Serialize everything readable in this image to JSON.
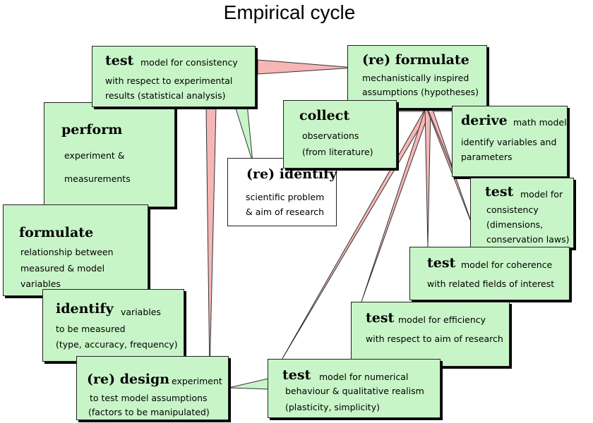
{
  "title": "Empirical cycle",
  "colors": {
    "box_fill": "#c8f5c8",
    "connector_fill": "#f7b6b6",
    "connector_stroke": "#333333",
    "box_border": "#222222",
    "white_box_fill": "#ffffff"
  },
  "nodes": {
    "test_consistency_exp": {
      "keyword": "test",
      "lines": [
        "model for consistency",
        "with respect to experimental",
        "results (statistical analysis)"
      ]
    },
    "reformulate": {
      "keyword": "(re) formulate",
      "lines": [
        "mechanistically inspired",
        "assumptions (hypotheses)"
      ]
    },
    "perform": {
      "keyword": "perform",
      "lines": [
        "experiment &",
        "measurements"
      ]
    },
    "collect": {
      "keyword": "collect",
      "lines": [
        "observations",
        "(from literature)"
      ]
    },
    "derive": {
      "keyword": "derive",
      "lines": [
        "math model",
        "identify variables and",
        "parameters"
      ]
    },
    "reidentify": {
      "keyword": "(re) identify",
      "lines": [
        "scientific problem",
        "& aim of research"
      ]
    },
    "test_consistency_dim": {
      "keyword": "test",
      "lines": [
        "model for",
        "consistency",
        "(dimensions,",
        "conservation laws)"
      ]
    },
    "formulate": {
      "keyword": "formulate",
      "lines": [
        "relationship between",
        "measured & model",
        "variables"
      ]
    },
    "test_coherence": {
      "keyword": "test",
      "lines": [
        "model for coherence",
        "with related fields of interest"
      ]
    },
    "identify": {
      "keyword": "identify",
      "lines": [
        "variables",
        "to be measured",
        "(type, accuracy, frequency)"
      ]
    },
    "test_efficiency": {
      "keyword": "test",
      "lines": [
        "model for efficiency",
        "with respect to aim of research"
      ]
    },
    "redesign": {
      "keyword": "(re) design",
      "lines": [
        "experiment",
        "to test model assumptions",
        "(factors to be manipulated)"
      ]
    },
    "test_numerical": {
      "keyword": "test",
      "lines": [
        "model for numerical",
        "behaviour & qualitative realism",
        "(plasticity, simplicity)"
      ]
    }
  }
}
